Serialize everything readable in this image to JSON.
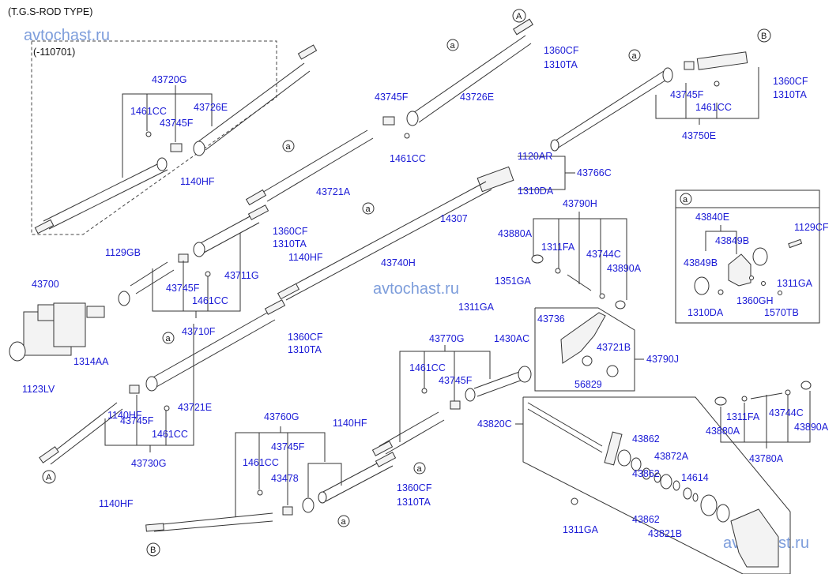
{
  "title": "(T.G.S-ROD TYPE)",
  "watermark": "avtochast.ru",
  "old_group_note": "(-110701)",
  "ref_markers": {
    "A": "A",
    "B": "B",
    "a": "a"
  },
  "detail_box_a": {
    "marker": "a",
    "labels": [
      "43840E",
      "43849B",
      "1129CF",
      "43849B",
      "1311GA",
      "1360GH",
      "1310DA",
      "1570TB"
    ]
  },
  "labels": [
    "43720G",
    "1461CC",
    "43745F",
    "43726E",
    "43745F",
    "43726E",
    "1461CC",
    "1360CF",
    "1310TA",
    "43745F",
    "1461CC",
    "43750E",
    "1360CF",
    "1310TA",
    "1140HF",
    "43721A",
    "1120AR",
    "43766C",
    "1310DA",
    "14307",
    "43740H",
    "43790H",
    "43880A",
    "1311FA",
    "43744C",
    "43890A",
    "1129GB",
    "1360CF",
    "1310TA",
    "1140HF",
    "43711G",
    "43745F",
    "1461CC",
    "43700",
    "43710F",
    "1351GA",
    "1311GA",
    "43736",
    "1430AC",
    "43721B",
    "43790J",
    "56829",
    "1314AA",
    "1360CF",
    "1310TA",
    "1123LV",
    "43721E",
    "43770G",
    "1461CC",
    "43745F",
    "1140HF",
    "43745F",
    "1461CC",
    "43730G",
    "43820C",
    "1311FA",
    "43744C",
    "43880A",
    "43890A",
    "43780A",
    "43760G",
    "43745F",
    "1461CC",
    "1140HF",
    "43478",
    "43862",
    "43872A",
    "14614",
    "43862",
    "43862",
    "1360CF",
    "1310TA",
    "1140HF",
    "1311GA",
    "43821B"
  ]
}
